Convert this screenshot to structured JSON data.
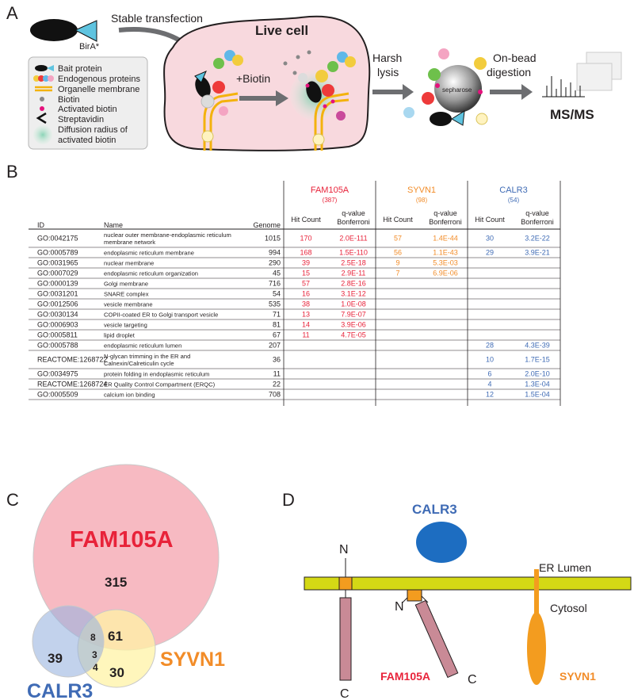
{
  "colors": {
    "fam": "#e8233a",
    "syvn": "#f28c28",
    "calr": "#3f6bb5",
    "ink": "#231f20",
    "cell_fill": "#f8d9de",
    "legend_fill": "#eeeeee",
    "membrane": "#d4d915",
    "orange_box": "#f39c1f",
    "pink_tm": "#c98a96"
  },
  "panelA": {
    "letter": "A",
    "stable_transfection": "Stable transfection",
    "birA": "BirA*",
    "live_cell": "Live cell",
    "plus_biotin": "+Biotin",
    "harsh_lysis_1": "Harsh",
    "harsh_lysis_2": "lysis",
    "on_bead_1": "On-bead",
    "on_bead_2": "digestion",
    "sepharose": "sepharose",
    "msms": "MS/MS",
    "legend": [
      "Bait protein",
      "Endogenous proteins",
      "Organelle membrane",
      "Biotin",
      "Activated biotin",
      "Streptavidin",
      "Diffusion radius of",
      "activated biotin"
    ]
  },
  "panelB": {
    "letter": "B",
    "col_id": "ID",
    "col_name": "Name",
    "col_genome": "Genome",
    "groups": [
      {
        "name": "FAM105A",
        "count": "(387)"
      },
      {
        "name": "SYVN1",
        "count": "(98)"
      },
      {
        "name": "CALR3",
        "count": "(54)"
      }
    ],
    "sub_hit": "Hit Count",
    "sub_q1": "q-value",
    "sub_q2": "Bonferroni",
    "rows": [
      {
        "id": "GO:0042175",
        "name": [
          "nuclear outer membrane-endoplasmic reticulum",
          "membrane network"
        ],
        "genome": "1015",
        "fh": "170",
        "fq": "2.0E-111",
        "sh": "57",
        "sq": "1.4E-44",
        "ch": "30",
        "cq": "3.2E-22"
      },
      {
        "id": "GO:0005789",
        "name": [
          "endoplasmic reticulum membrane"
        ],
        "genome": "994",
        "fh": "168",
        "fq": "1.5E-110",
        "sh": "56",
        "sq": "1.1E-43",
        "ch": "29",
        "cq": "3.9E-21"
      },
      {
        "id": "GO:0031965",
        "name": [
          "nuclear membrane"
        ],
        "genome": "290",
        "fh": "39",
        "fq": "2.5E-18",
        "sh": "9",
        "sq": "5.3E-03",
        "ch": "",
        "cq": ""
      },
      {
        "id": "GO:0007029",
        "name": [
          "endoplasmic reticulum organization"
        ],
        "genome": "45",
        "fh": "15",
        "fq": "2.9E-11",
        "sh": "7",
        "sq": "6.9E-06",
        "ch": "",
        "cq": ""
      },
      {
        "id": "GO:0000139",
        "name": [
          "Golgi membrane"
        ],
        "genome": "716",
        "fh": "57",
        "fq": "2.8E-16",
        "sh": "",
        "sq": "",
        "ch": "",
        "cq": ""
      },
      {
        "id": "GO:0031201",
        "name": [
          "SNARE complex"
        ],
        "genome": "54",
        "fh": "16",
        "fq": "3.1E-12",
        "sh": "",
        "sq": "",
        "ch": "",
        "cq": ""
      },
      {
        "id": "GO:0012506",
        "name": [
          "vesicle membrane"
        ],
        "genome": "535",
        "fh": "38",
        "fq": "1.0E-08",
        "sh": "",
        "sq": "",
        "ch": "",
        "cq": ""
      },
      {
        "id": "GO:0030134",
        "name": [
          "COPII-coated ER to Golgi transport vesicle"
        ],
        "genome": "71",
        "fh": "13",
        "fq": "7.9E-07",
        "sh": "",
        "sq": "",
        "ch": "",
        "cq": ""
      },
      {
        "id": "GO:0006903",
        "name": [
          "vesicle targeting"
        ],
        "genome": "81",
        "fh": "14",
        "fq": "3.9E-06",
        "sh": "",
        "sq": "",
        "ch": "",
        "cq": ""
      },
      {
        "id": "GO:0005811",
        "name": [
          "lipid droplet"
        ],
        "genome": "67",
        "fh": "11",
        "fq": "4.7E-05",
        "sh": "",
        "sq": "",
        "ch": "",
        "cq": ""
      },
      {
        "id": "GO:0005788",
        "name": [
          "endoplasmic reticulum lumen"
        ],
        "genome": "207",
        "fh": "",
        "fq": "",
        "sh": "",
        "sq": "",
        "ch": "28",
        "cq": "4.3E-39"
      },
      {
        "id": "REACTOME:1268722",
        "name": [
          "N-glycan trimming in the ER and",
          "Calnexin/Calreticulin cycle"
        ],
        "genome": "36",
        "fh": "",
        "fq": "",
        "sh": "",
        "sq": "",
        "ch": "10",
        "cq": "1.7E-15"
      },
      {
        "id": "GO:0034975",
        "name": [
          "protein folding in endoplasmic reticulum"
        ],
        "genome": "11",
        "fh": "",
        "fq": "",
        "sh": "",
        "sq": "",
        "ch": "6",
        "cq": "2.0E-10"
      },
      {
        "id": "REACTOME:1268724",
        "name": [
          "ER Quality Control Compartment (ERQC)"
        ],
        "genome": "22",
        "fh": "",
        "fq": "",
        "sh": "",
        "sq": "",
        "ch": "4",
        "cq": "1.3E-04"
      },
      {
        "id": "GO:0005509",
        "name": [
          "calcium ion binding"
        ],
        "genome": "708",
        "fh": "",
        "fq": "",
        "sh": "",
        "sq": "",
        "ch": "12",
        "cq": "1.5E-04"
      }
    ]
  },
  "panelC": {
    "letter": "C",
    "fam_label": "FAM105A",
    "syvn_label": "SYVN1",
    "calr_label": "CALR3",
    "fam_only": "315",
    "fam_syvn": "61",
    "calr_only": "39",
    "syvn_only": "30",
    "fam_calr": "8",
    "all_three": "3",
    "calr_syvn": "4"
  },
  "panelD": {
    "letter": "D",
    "calr_label": "CALR3",
    "er_lumen": "ER Lumen",
    "cytosol": "Cytosol",
    "fam_label": "FAM105A",
    "syvn_label": "SYVN1",
    "n1": "N",
    "c1": "C",
    "n2": "N",
    "c2": "C"
  }
}
